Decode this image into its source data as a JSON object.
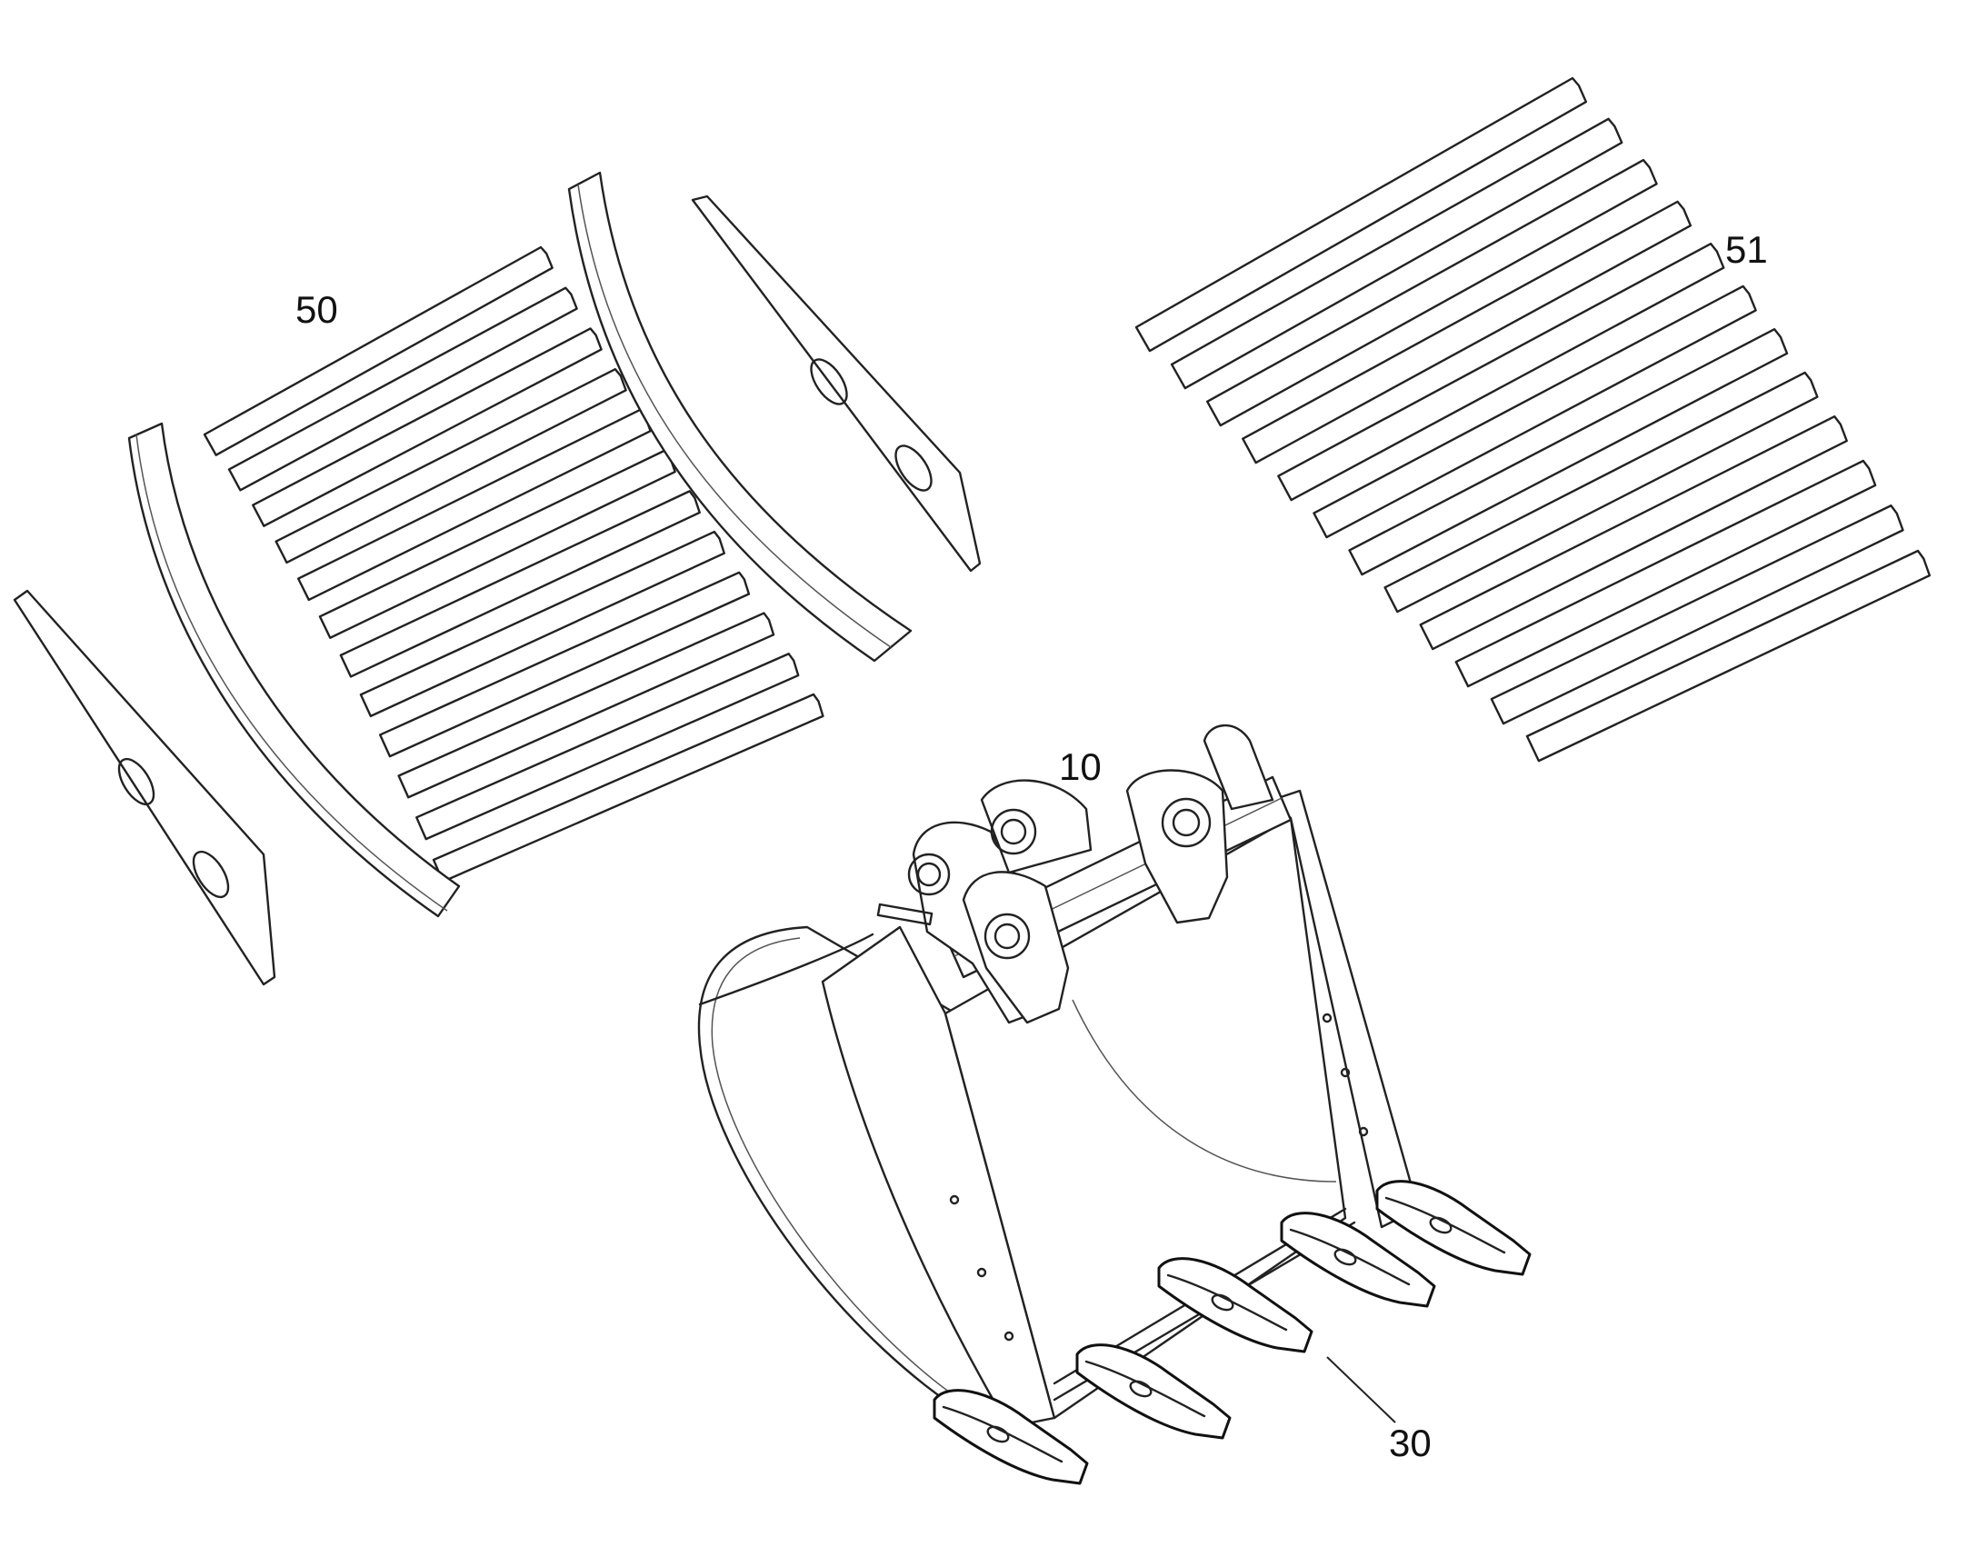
{
  "labels": {
    "part_50": "50",
    "part_51": "51",
    "part_10": "10",
    "part_30": "30"
  },
  "colors": {
    "line": "#222222",
    "background": "#ffffff"
  }
}
